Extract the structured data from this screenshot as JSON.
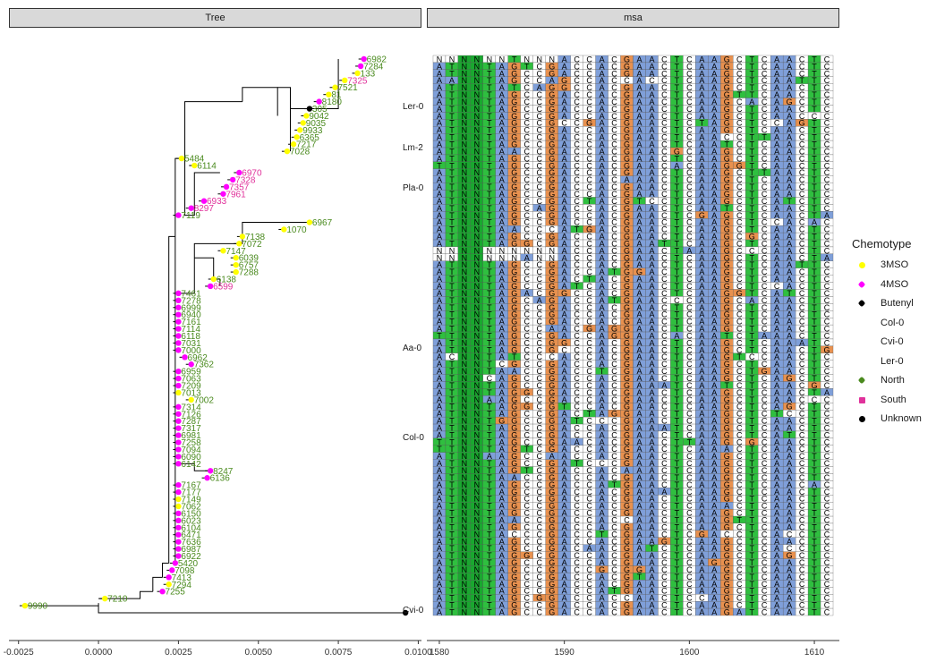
{
  "panels": {
    "tree_title": "Tree",
    "msa_title": "msa"
  },
  "legend": {
    "title": "Chemotype",
    "items": [
      {
        "label": "3MSO",
        "color": "#ffff00",
        "shape": "dot"
      },
      {
        "label": "4MSO",
        "color": "#ff00ff",
        "shape": "hex"
      },
      {
        "label": "Butenyl",
        "color": "#000000",
        "shape": "hex"
      },
      {
        "label": "Col-0",
        "color": "",
        "shape": "none"
      },
      {
        "label": "Cvi-0",
        "color": "",
        "shape": "none"
      },
      {
        "label": "Ler-0",
        "color": "",
        "shape": "none"
      },
      {
        "label": "North",
        "color": "#4a8a1e",
        "shape": "hex"
      },
      {
        "label": "South",
        "color": "#e0329b",
        "shape": "star"
      },
      {
        "label": "Unknown",
        "color": "#000000",
        "shape": "dot"
      }
    ]
  },
  "colors": {
    "north_text": "#4a8a1e",
    "south_text": "#e0329b",
    "msa_A": "#7f9fd9",
    "msa_G": "#e8914f",
    "msa_C": "#ffffff",
    "msa_T": "#2fbf3f",
    "msa_N": "#ffffff",
    "msa_green_col": "#19a82f"
  },
  "chart_data": [
    {
      "type": "tree",
      "title": "Tree",
      "xlim": [
        -0.0028,
        0.0101
      ],
      "x_ticks": [
        "-0.0025",
        "0.0000",
        "0.0025",
        "0.0050",
        "0.0075",
        "0.0100"
      ],
      "x_tick_values": [
        -0.0025,
        0.0,
        0.0025,
        0.005,
        0.0075,
        0.01
      ],
      "clade_labels": [
        "Ler-0",
        "Lm-2",
        "Pla-0",
        "Aa-0",
        "Col-0",
        "Cvi-0"
      ],
      "tips": [
        {
          "label": "6982",
          "x": 0.0083,
          "chem": "4MSO",
          "region": "North"
        },
        {
          "label": "7284",
          "x": 0.0082,
          "chem": "4MSO",
          "region": "North"
        },
        {
          "label": "133",
          "x": 0.0081,
          "chem": "3MSO",
          "region": "North"
        },
        {
          "label": "7325",
          "x": 0.0077,
          "chem": "3MSO",
          "region": "South"
        },
        {
          "label": "7521",
          "x": 0.0074,
          "chem": "3MSO",
          "region": "North"
        },
        {
          "label": "81",
          "x": 0.0072,
          "chem": "3MSO",
          "region": "North"
        },
        {
          "label": "8180",
          "x": 0.0069,
          "chem": "4MSO",
          "region": "North"
        },
        {
          "label": "305",
          "x": 0.0066,
          "chem": "Butenyl",
          "region": "North"
        },
        {
          "label": "9042",
          "x": 0.0065,
          "chem": "3MSO",
          "region": "North"
        },
        {
          "label": "9035",
          "x": 0.0064,
          "chem": "3MSO",
          "region": "North"
        },
        {
          "label": "9933",
          "x": 0.0063,
          "chem": "3MSO",
          "region": "North"
        },
        {
          "label": "6365",
          "x": 0.0062,
          "chem": "3MSO",
          "region": "North"
        },
        {
          "label": "7217",
          "x": 0.0061,
          "chem": "3MSO",
          "region": "North"
        },
        {
          "label": "7028",
          "x": 0.0059,
          "chem": "3MSO",
          "region": "North"
        },
        {
          "label": "5484",
          "x": 0.0026,
          "chem": "3MSO",
          "region": "North"
        },
        {
          "label": "6114",
          "x": 0.003,
          "chem": "3MSO",
          "region": "North"
        },
        {
          "label": "6970",
          "x": 0.0044,
          "chem": "4MSO",
          "region": "South"
        },
        {
          "label": "7328",
          "x": 0.0042,
          "chem": "4MSO",
          "region": "South"
        },
        {
          "label": "7357",
          "x": 0.004,
          "chem": "4MSO",
          "region": "South"
        },
        {
          "label": "7961",
          "x": 0.0039,
          "chem": "4MSO",
          "region": "South"
        },
        {
          "label": "6933",
          "x": 0.0033,
          "chem": "4MSO",
          "region": "South"
        },
        {
          "label": "8297",
          "x": 0.0029,
          "chem": "4MSO",
          "region": "South"
        },
        {
          "label": "7119",
          "x": 0.0025,
          "chem": "4MSO",
          "region": "North"
        },
        {
          "label": "6967",
          "x": 0.0066,
          "chem": "3MSO",
          "region": "North"
        },
        {
          "label": "1070",
          "x": 0.0058,
          "chem": "3MSO",
          "region": "North"
        },
        {
          "label": "7138",
          "x": 0.0045,
          "chem": "3MSO",
          "region": "North"
        },
        {
          "label": "7072",
          "x": 0.0044,
          "chem": "3MSO",
          "region": "North"
        },
        {
          "label": "7147",
          "x": 0.0039,
          "chem": "3MSO",
          "region": "North"
        },
        {
          "label": "6039",
          "x": 0.0043,
          "chem": "3MSO",
          "region": "North"
        },
        {
          "label": "6757",
          "x": 0.0043,
          "chem": "3MSO",
          "region": "North"
        },
        {
          "label": "7288",
          "x": 0.0043,
          "chem": "3MSO",
          "region": "North"
        },
        {
          "label": "6138",
          "x": 0.0036,
          "chem": "3MSO",
          "region": "North"
        },
        {
          "label": "6599",
          "x": 0.0035,
          "chem": "4MSO",
          "region": "South"
        },
        {
          "label": "7461",
          "x": 0.0025,
          "chem": "4MSO",
          "region": "North"
        },
        {
          "label": "7278",
          "x": 0.0025,
          "chem": "4MSO",
          "region": "North"
        },
        {
          "label": "6999",
          "x": 0.0025,
          "chem": "4MSO",
          "region": "North"
        },
        {
          "label": "6940",
          "x": 0.0025,
          "chem": "4MSO",
          "region": "North"
        },
        {
          "label": "7161",
          "x": 0.0025,
          "chem": "4MSO",
          "region": "North"
        },
        {
          "label": "7114",
          "x": 0.0025,
          "chem": "4MSO",
          "region": "North"
        },
        {
          "label": "6118",
          "x": 0.0025,
          "chem": "4MSO",
          "region": "North"
        },
        {
          "label": "7031",
          "x": 0.0025,
          "chem": "4MSO",
          "region": "North"
        },
        {
          "label": "7000",
          "x": 0.0025,
          "chem": "4MSO",
          "region": "North"
        },
        {
          "label": "6962",
          "x": 0.0027,
          "chem": "4MSO",
          "region": "North"
        },
        {
          "label": "7362",
          "x": 0.0029,
          "chem": "4MSO",
          "region": "North"
        },
        {
          "label": "6959",
          "x": 0.0025,
          "chem": "4MSO",
          "region": "North"
        },
        {
          "label": "7063",
          "x": 0.0025,
          "chem": "4MSO",
          "region": "North"
        },
        {
          "label": "7209",
          "x": 0.0025,
          "chem": "4MSO",
          "region": "North"
        },
        {
          "label": "7013",
          "x": 0.0025,
          "chem": "3MSO",
          "region": "North"
        },
        {
          "label": "7002",
          "x": 0.0029,
          "chem": "3MSO",
          "region": "North"
        },
        {
          "label": "7314",
          "x": 0.0025,
          "chem": "4MSO",
          "region": "North"
        },
        {
          "label": "7126",
          "x": 0.0025,
          "chem": "4MSO",
          "region": "North"
        },
        {
          "label": "7287",
          "x": 0.0025,
          "chem": "4MSO",
          "region": "North"
        },
        {
          "label": "7317",
          "x": 0.0025,
          "chem": "4MSO",
          "region": "North"
        },
        {
          "label": "6981",
          "x": 0.0025,
          "chem": "4MSO",
          "region": "North"
        },
        {
          "label": "7258",
          "x": 0.0025,
          "chem": "4MSO",
          "region": "North"
        },
        {
          "label": "7094",
          "x": 0.0025,
          "chem": "4MSO",
          "region": "North"
        },
        {
          "label": "6090",
          "x": 0.0025,
          "chem": "4MSO",
          "region": "North"
        },
        {
          "label": "6142",
          "x": 0.0025,
          "chem": "4MSO",
          "region": "North"
        },
        {
          "label": "8247",
          "x": 0.0035,
          "chem": "4MSO",
          "region": "North"
        },
        {
          "label": "6136",
          "x": 0.0034,
          "chem": "4MSO",
          "region": "North"
        },
        {
          "label": "7167",
          "x": 0.0025,
          "chem": "4MSO",
          "region": "North"
        },
        {
          "label": "7177",
          "x": 0.0025,
          "chem": "4MSO",
          "region": "North"
        },
        {
          "label": "7149",
          "x": 0.0025,
          "chem": "3MSO",
          "region": "North"
        },
        {
          "label": "7062",
          "x": 0.0025,
          "chem": "3MSO",
          "region": "North"
        },
        {
          "label": "6150",
          "x": 0.0025,
          "chem": "4MSO",
          "region": "North"
        },
        {
          "label": "6023",
          "x": 0.0025,
          "chem": "4MSO",
          "region": "North"
        },
        {
          "label": "6104",
          "x": 0.0025,
          "chem": "4MSO",
          "region": "North"
        },
        {
          "label": "6471",
          "x": 0.0025,
          "chem": "4MSO",
          "region": "North"
        },
        {
          "label": "7636",
          "x": 0.0025,
          "chem": "4MSO",
          "region": "North"
        },
        {
          "label": "6987",
          "x": 0.0025,
          "chem": "4MSO",
          "region": "North"
        },
        {
          "label": "6922",
          "x": 0.0025,
          "chem": "4MSO",
          "region": "North"
        },
        {
          "label": "5420",
          "x": 0.0024,
          "chem": "4MSO",
          "region": "North"
        },
        {
          "label": "7098",
          "x": 0.0023,
          "chem": "4MSO",
          "region": "North"
        },
        {
          "label": "7413",
          "x": 0.0022,
          "chem": "4MSO",
          "region": "North"
        },
        {
          "label": "7294",
          "x": 0.0022,
          "chem": "3MSO",
          "region": "North"
        },
        {
          "label": "7255",
          "x": 0.002,
          "chem": "4MSO",
          "region": "North"
        },
        {
          "label": "7210",
          "x": 0.0002,
          "chem": "3MSO",
          "region": "North"
        },
        {
          "label": "9990",
          "x": -0.0023,
          "chem": "3MSO",
          "region": "North"
        },
        {
          "label": "",
          "x": 0.0096,
          "chem": "Unknown",
          "region": "North"
        }
      ]
    },
    {
      "type": "heatmap",
      "title": "msa",
      "xlim": [
        1579,
        1612
      ],
      "x_ticks": [
        "1580",
        "1590",
        "1600",
        "1610"
      ],
      "x_tick_values": [
        1580,
        1590,
        1600,
        1610
      ],
      "positions_start": 1580,
      "n_positions": 32,
      "n_sequences": 79,
      "nucleotide_colors": {
        "A": "#7f9fd9",
        "G": "#e8914f",
        "C": "#ffffff",
        "T": "#2fbf3f",
        "N": "#ffffff"
      }
    }
  ]
}
